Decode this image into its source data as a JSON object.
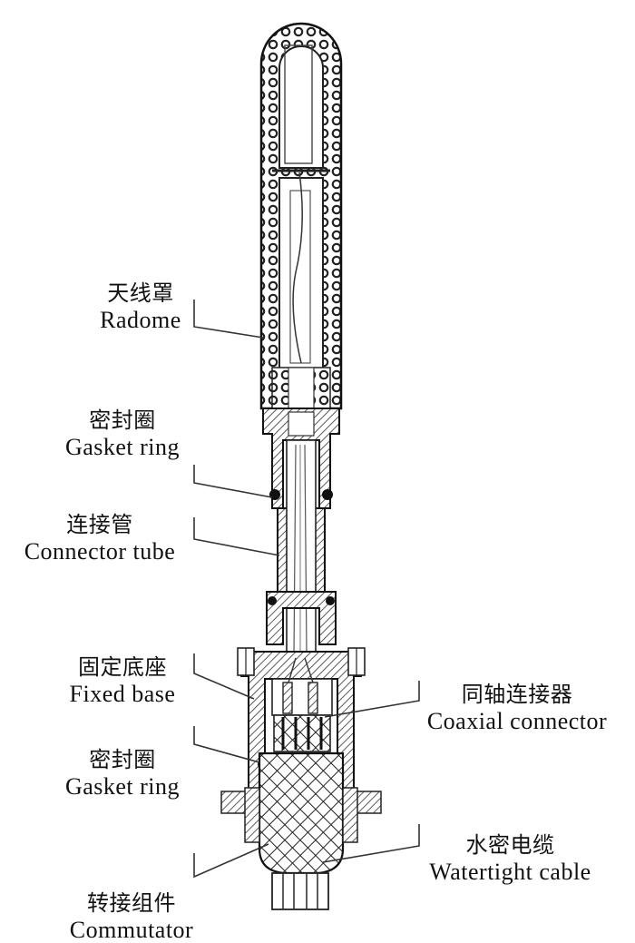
{
  "labels": {
    "radome": {
      "zh": "天线罩",
      "en": "Radome"
    },
    "gasket_ring_upper": {
      "zh": "密封圈",
      "en": "Gasket ring"
    },
    "connector_tube": {
      "zh": "连接管",
      "en": "Connector tube"
    },
    "fixed_base": {
      "zh": "固定底座",
      "en": "Fixed base"
    },
    "coaxial_connector": {
      "zh": "同轴连接器",
      "en": "Coaxial connector"
    },
    "gasket_ring_lower": {
      "zh": "密封圈",
      "en": "Gasket ring"
    },
    "watertight_cable": {
      "zh": "水密电缆",
      "en": "Watertight cable"
    },
    "commutator": {
      "zh": "转接组件",
      "en": "Commutator"
    }
  }
}
